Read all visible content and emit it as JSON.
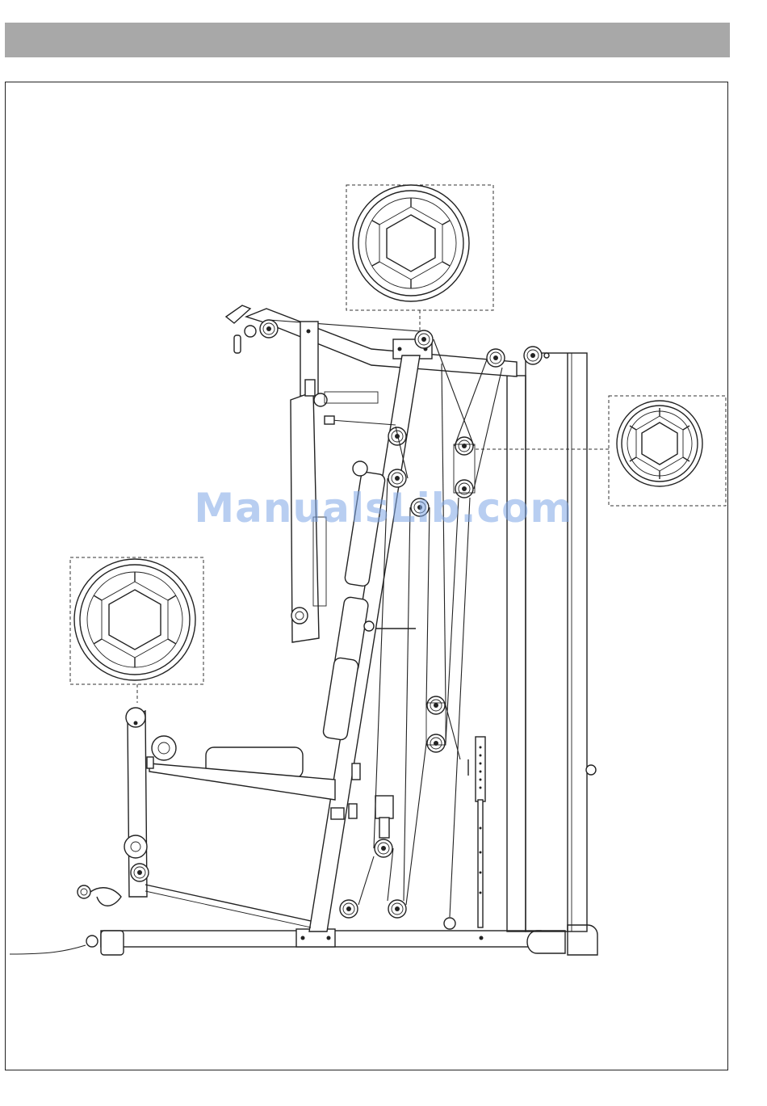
{
  "watermark": "ManualsLib.com",
  "colors": {
    "header_bar": "#a8a8a8",
    "line": "#222222",
    "watermark": "#7fa7e6"
  },
  "illustration": {
    "subject": "home-gym-cable-routing-side-view",
    "callouts": [
      "pulley-detail-top",
      "pulley-detail-right",
      "pulley-detail-left"
    ]
  }
}
